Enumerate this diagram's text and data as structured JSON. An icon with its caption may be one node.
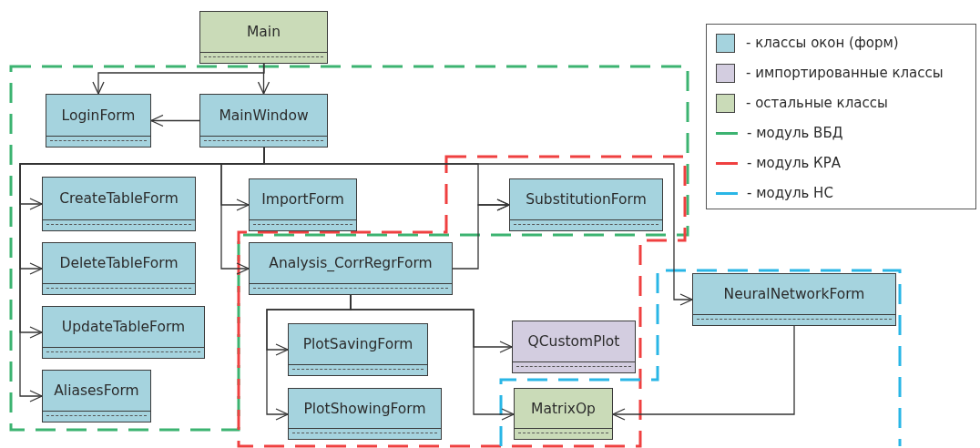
{
  "diagram": {
    "nodes": [
      {
        "text": [
          "Main"
        ]
      },
      {
        "text": [
          "LoginForm"
        ]
      },
      {
        "text": [
          "MainWindow"
        ]
      },
      {
        "text": [
          "CreateTableForm"
        ]
      },
      {
        "text": [
          "ImportForm"
        ]
      },
      {
        "text": [
          "SubstitutionForm"
        ]
      },
      {
        "text": [
          "DeleteTableForm"
        ]
      },
      {
        "text": [
          "Analysis_CorrRegrForm"
        ]
      },
      {
        "text": [
          "NeuralNetworkForm"
        ]
      },
      {
        "text": [
          "UpdateTableForm"
        ]
      },
      {
        "text": [
          "PlotSavingForm"
        ]
      },
      {
        "text": [
          "QCustomPlot"
        ]
      },
      {
        "text": [
          "AliasesForm"
        ]
      },
      {
        "text": [
          "PlotShowingForm"
        ]
      },
      {
        "text": [
          "MatrixOp"
        ]
      }
    ],
    "edges": [
      {
        "from": 0,
        "to": 1,
        "arrow": "to"
      },
      {
        "from": 0,
        "to": 2,
        "arrow": "to"
      },
      {
        "from": 2,
        "to": 1,
        "arrow": "to"
      },
      {
        "from": 2,
        "to": 3,
        "arrow": "to"
      },
      {
        "from": 2,
        "to": 6,
        "arrow": "to"
      },
      {
        "from": 2,
        "to": 9,
        "arrow": "to"
      },
      {
        "from": 2,
        "to": 12,
        "arrow": "to"
      },
      {
        "from": 2,
        "to": 4,
        "arrow": "to"
      },
      {
        "from": 2,
        "to": 7,
        "arrow": "to"
      },
      {
        "from": 2,
        "to": 5,
        "arrow": "to"
      },
      {
        "from": 2,
        "to": 8,
        "arrow": "to"
      },
      {
        "from": 7,
        "to": 5,
        "arrow": "to"
      },
      {
        "from": 7,
        "to": 10,
        "arrow": "to"
      },
      {
        "from": 7,
        "to": 13,
        "arrow": "to"
      },
      {
        "from": 7,
        "to": 11,
        "arrow": "to"
      },
      {
        "from": 7,
        "to": 14,
        "arrow": "to"
      },
      {
        "from": 8,
        "to": 14,
        "arrow": "to"
      }
    ],
    "legend": [
      {
        "text": "- классы окон (форм)",
        "color": "#a5d3de"
      },
      {
        "text": "- импортированные классы",
        "color": "#d3cde0"
      },
      {
        "text": "- остальные классы",
        "color": "#cadbb8"
      },
      {
        "text": "- модуль ВБД"
      },
      {
        "text": "- модуль КРА"
      },
      {
        "text": "- модуль НС"
      }
    ]
  }
}
